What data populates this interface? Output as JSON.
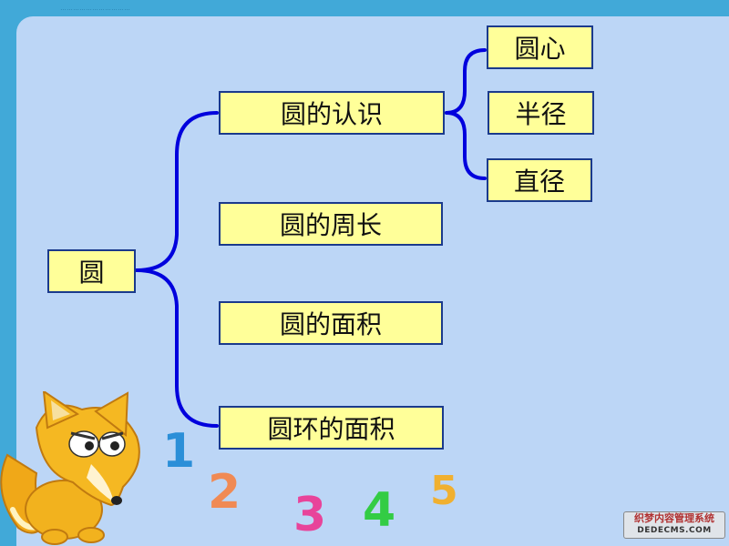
{
  "slide": {
    "header_text": "……………………………"
  },
  "diagram": {
    "root": "圆",
    "topics": [
      "圆的认识",
      "圆的周长",
      "圆的面积",
      "圆环的面积"
    ],
    "subtopics": [
      "圆心",
      "半径",
      "直径"
    ]
  },
  "decor": {
    "numbers": [
      "1",
      "2",
      "3",
      "4",
      "5"
    ],
    "number_colors": [
      "#2b8fd8",
      "#f08a54",
      "#e8449a",
      "#33cc44",
      "#f0b030"
    ],
    "watermark_line1": "织梦内容管理系统",
    "watermark_line2": "DEDECMS.COM"
  },
  "colors": {
    "frame": "#41a9d8",
    "panel": "#bcd6f6",
    "box_fill": "#ffff99",
    "box_border": "#1a3a8c",
    "connector": "#0000dd"
  }
}
